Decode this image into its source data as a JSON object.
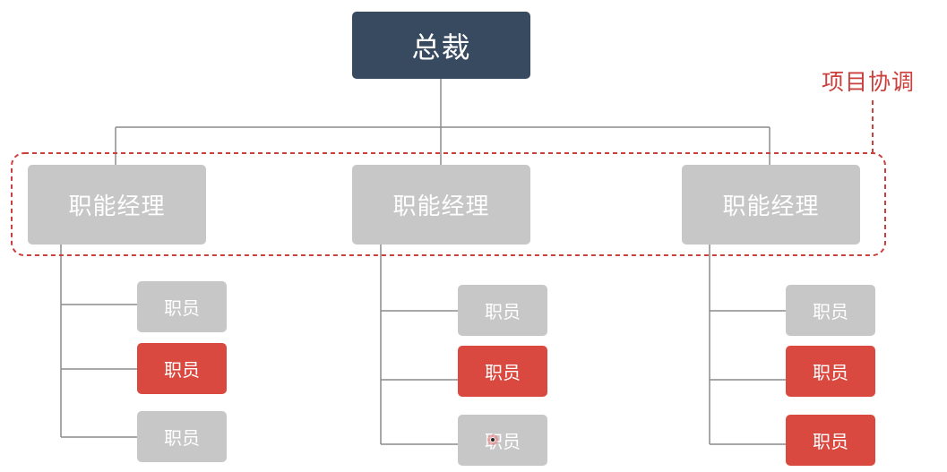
{
  "colors": {
    "ceo_fill": "#374a60",
    "manager_fill": "#c7c7c7",
    "employee_fill": "#c7c7c7",
    "highlight_fill": "#d9493f",
    "connector": "#8c8c8c",
    "coordination": "#c9403d"
  },
  "ceo": {
    "label": "总裁"
  },
  "coordination": {
    "label": "项目协调"
  },
  "departments": [
    {
      "manager": "职能经理",
      "employees": [
        {
          "label": "职员",
          "highlighted": false
        },
        {
          "label": "职员",
          "highlighted": true
        },
        {
          "label": "职员",
          "highlighted": false
        }
      ]
    },
    {
      "manager": "职能经理",
      "employees": [
        {
          "label": "职员",
          "highlighted": false
        },
        {
          "label": "职员",
          "highlighted": true
        },
        {
          "label": "职员",
          "highlighted": false
        }
      ]
    },
    {
      "manager": "职能经理",
      "employees": [
        {
          "label": "职员",
          "highlighted": false
        },
        {
          "label": "职员",
          "highlighted": true
        },
        {
          "label": "职员",
          "highlighted": true
        }
      ]
    }
  ]
}
